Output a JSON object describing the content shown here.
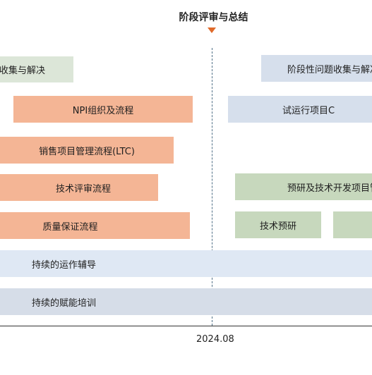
{
  "title": "阶段评审与总结",
  "timeline": {
    "date": "2024.08"
  },
  "left": {
    "issue_collection": "阶段性问题收集与解决",
    "npi": "NPI组织及流程",
    "ltc": "销售项目管理流程(LTC)",
    "tech_review": "技术评审流程",
    "quality": "质量保证流程"
  },
  "right": {
    "issue_collection": "阶段性问题收集与解决",
    "trial_project": "试运行项目C",
    "research_project": "预研及技术开发项目管理",
    "tech_research": "技术预研"
  },
  "continuous": {
    "operation_coaching": "持续的运作辅导",
    "enablement_training": "持续的赋能培训"
  },
  "colors": {
    "orange": "#f4b595",
    "light_green": "#dce6d8",
    "green": "#c7d8bd",
    "light_blue": "#d6dfec",
    "accent": "#e06a2a"
  }
}
